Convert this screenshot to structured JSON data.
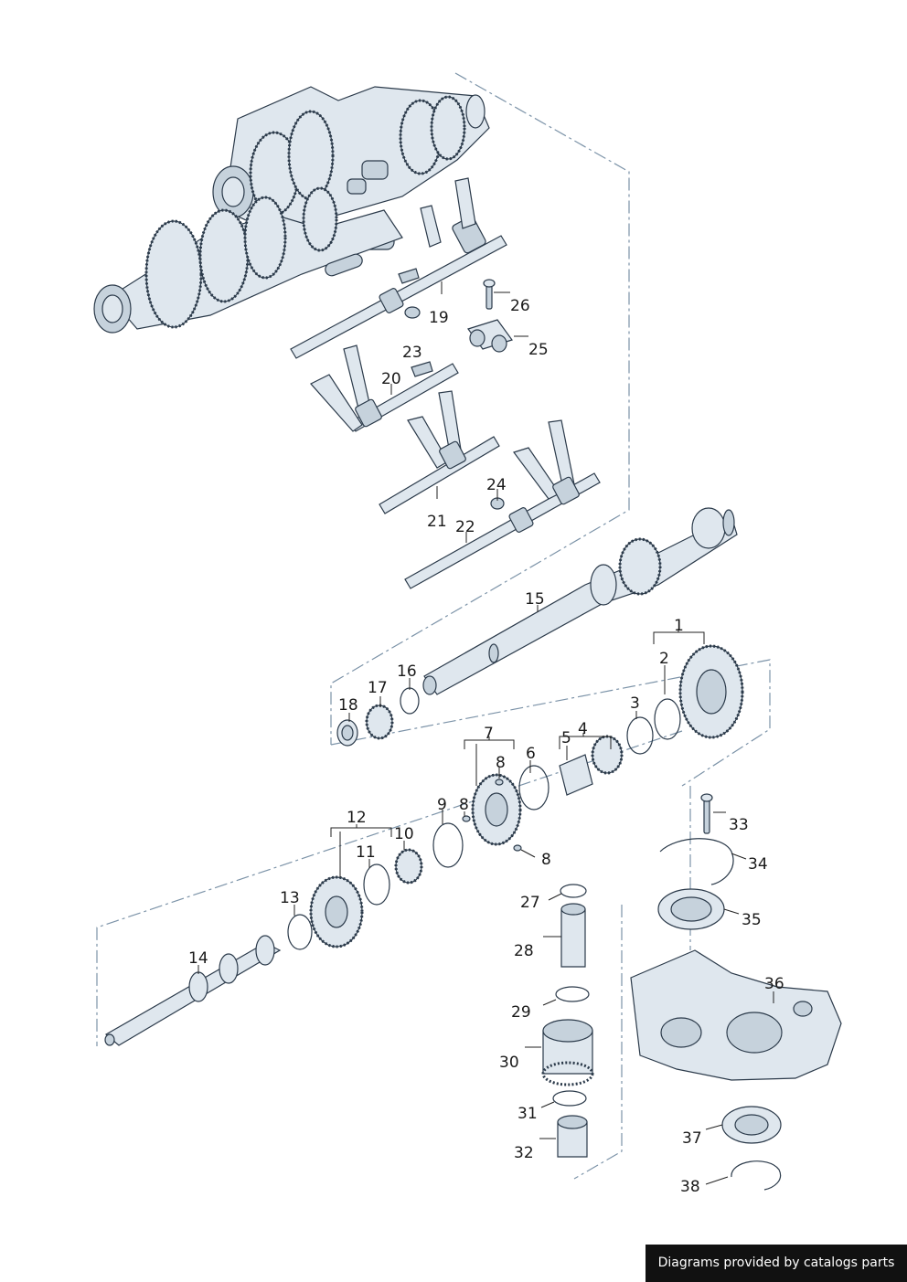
{
  "callouts": [
    {
      "id": "p1",
      "label": "1"
    },
    {
      "id": "p2",
      "label": "2"
    },
    {
      "id": "p3",
      "label": "3"
    },
    {
      "id": "p4",
      "label": "4"
    },
    {
      "id": "p5",
      "label": "5"
    },
    {
      "id": "p6",
      "label": "6"
    },
    {
      "id": "p7",
      "label": "7"
    },
    {
      "id": "p8a",
      "label": "8"
    },
    {
      "id": "p8b",
      "label": "8"
    },
    {
      "id": "p8c",
      "label": "8"
    },
    {
      "id": "p9",
      "label": "9"
    },
    {
      "id": "p10",
      "label": "10"
    },
    {
      "id": "p11",
      "label": "11"
    },
    {
      "id": "p12",
      "label": "12"
    },
    {
      "id": "p13",
      "label": "13"
    },
    {
      "id": "p14",
      "label": "14"
    },
    {
      "id": "p15",
      "label": "15"
    },
    {
      "id": "p16",
      "label": "16"
    },
    {
      "id": "p17",
      "label": "17"
    },
    {
      "id": "p18",
      "label": "18"
    },
    {
      "id": "p19",
      "label": "19"
    },
    {
      "id": "p20",
      "label": "20"
    },
    {
      "id": "p21",
      "label": "21"
    },
    {
      "id": "p22",
      "label": "22"
    },
    {
      "id": "p23",
      "label": "23"
    },
    {
      "id": "p24",
      "label": "24"
    },
    {
      "id": "p25",
      "label": "25"
    },
    {
      "id": "p26",
      "label": "26"
    },
    {
      "id": "p27",
      "label": "27"
    },
    {
      "id": "p28",
      "label": "28"
    },
    {
      "id": "p29",
      "label": "29"
    },
    {
      "id": "p30",
      "label": "30"
    },
    {
      "id": "p31",
      "label": "31"
    },
    {
      "id": "p32",
      "label": "32"
    },
    {
      "id": "p33",
      "label": "33"
    },
    {
      "id": "p34",
      "label": "34"
    },
    {
      "id": "p35",
      "label": "35"
    },
    {
      "id": "p36",
      "label": "36"
    },
    {
      "id": "p37",
      "label": "37"
    },
    {
      "id": "p38",
      "label": "38"
    }
  ],
  "footer": {
    "text": "Diagrams provided by catalogs parts"
  },
  "colors": {
    "background": "#ffffff",
    "line": "#2b3a4a",
    "metal": "#dfe7ee",
    "dash": "#7c93a8",
    "footer_bg": "#111111"
  }
}
